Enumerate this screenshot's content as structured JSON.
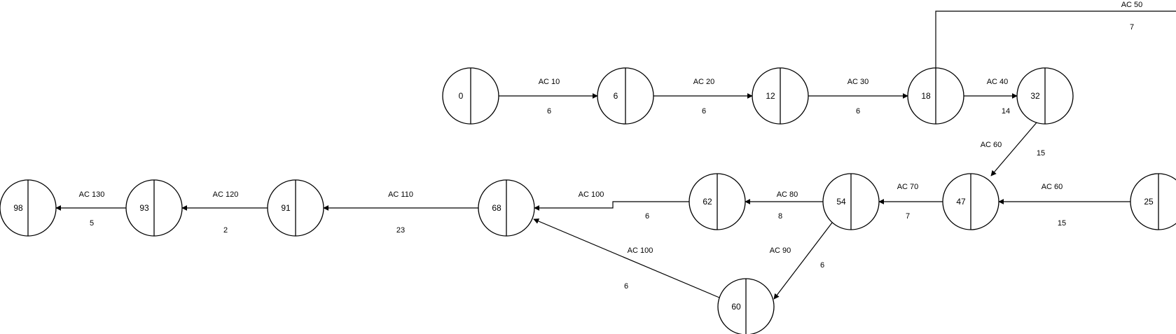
{
  "diagram": {
    "type": "activity-network",
    "nodes": [
      {
        "id": "n0",
        "label": "0"
      },
      {
        "id": "n6",
        "label": "6"
      },
      {
        "id": "n12",
        "label": "12"
      },
      {
        "id": "n18",
        "label": "18"
      },
      {
        "id": "n32",
        "label": "32"
      },
      {
        "id": "n25",
        "label": "25"
      },
      {
        "id": "n47",
        "label": "47"
      },
      {
        "id": "n54",
        "label": "54"
      },
      {
        "id": "n62",
        "label": "62"
      },
      {
        "id": "n60",
        "label": "60"
      },
      {
        "id": "n68",
        "label": "68"
      },
      {
        "id": "n91",
        "label": "91"
      },
      {
        "id": "n93",
        "label": "93"
      },
      {
        "id": "n98",
        "label": "98"
      }
    ],
    "edges": [
      {
        "id": "e1",
        "from": "n0",
        "to": "n6",
        "activity": "AC 10",
        "duration": "6"
      },
      {
        "id": "e2",
        "from": "n6",
        "to": "n12",
        "activity": "AC 20",
        "duration": "6"
      },
      {
        "id": "e3",
        "from": "n12",
        "to": "n18",
        "activity": "AC 30",
        "duration": "6"
      },
      {
        "id": "e4",
        "from": "n18",
        "to": "n32",
        "activity": "AC 40",
        "duration": "14"
      },
      {
        "id": "e5",
        "from": "n18",
        "to": "n25",
        "activity": "AC 50",
        "duration": "7"
      },
      {
        "id": "e6",
        "from": "n32",
        "to": "n47",
        "activity": "AC 60",
        "duration": "15"
      },
      {
        "id": "e7",
        "from": "n25",
        "to": "n47",
        "activity": "AC 60",
        "duration": "15"
      },
      {
        "id": "e8",
        "from": "n47",
        "to": "n54",
        "activity": "AC 70",
        "duration": "7"
      },
      {
        "id": "e9",
        "from": "n54",
        "to": "n62",
        "activity": "AC 80",
        "duration": "8"
      },
      {
        "id": "e10",
        "from": "n54",
        "to": "n60",
        "activity": "AC 90",
        "duration": "6"
      },
      {
        "id": "e11",
        "from": "n62",
        "to": "n68",
        "activity": "AC 100",
        "duration": "6"
      },
      {
        "id": "e12",
        "from": "n60",
        "to": "n68",
        "activity": "AC 100",
        "duration": "6"
      },
      {
        "id": "e13",
        "from": "n68",
        "to": "n91",
        "activity": "AC 110",
        "duration": "23"
      },
      {
        "id": "e14",
        "from": "n91",
        "to": "n93",
        "activity": "AC 120",
        "duration": "2"
      },
      {
        "id": "e15",
        "from": "n93",
        "to": "n98",
        "activity": "AC 130",
        "duration": "5"
      }
    ]
  }
}
